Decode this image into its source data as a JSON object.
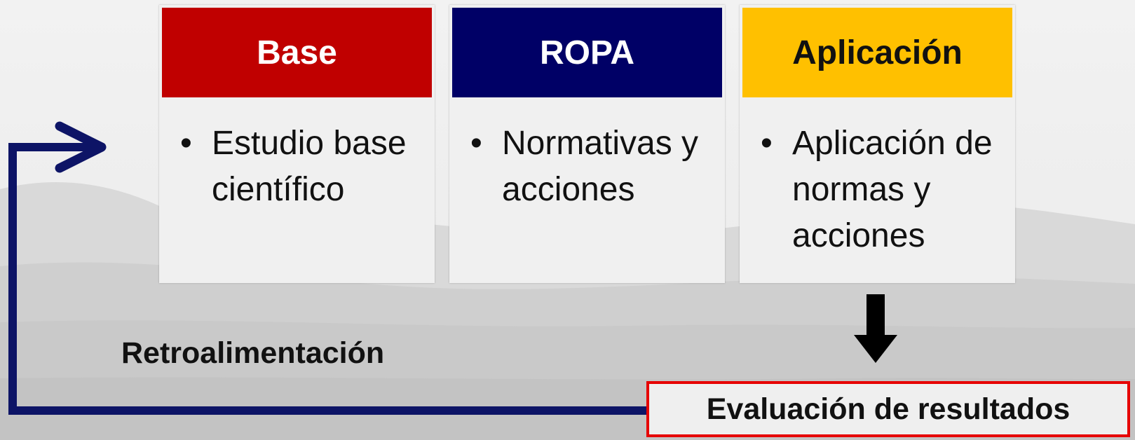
{
  "columns": [
    {
      "title": "Base",
      "header_color": "#c00000",
      "title_color": "#ffffff",
      "items": [
        "Estudio base científico"
      ]
    },
    {
      "title": "ROPA",
      "header_color": "#000066",
      "title_color": "#ffffff",
      "items": [
        "Normativas y acciones"
      ]
    },
    {
      "title": "Aplicación",
      "header_color": "#ffc000",
      "title_color": "#111111",
      "items": [
        "Aplicación de normas y acciones"
      ]
    }
  ],
  "feedback": {
    "label": "Retroalimentación",
    "arrow_color": "#0d1466"
  },
  "evaluation": {
    "label": "Evaluación de resultados",
    "border_color": "#e60000"
  },
  "down_arrow_color": "#000000"
}
